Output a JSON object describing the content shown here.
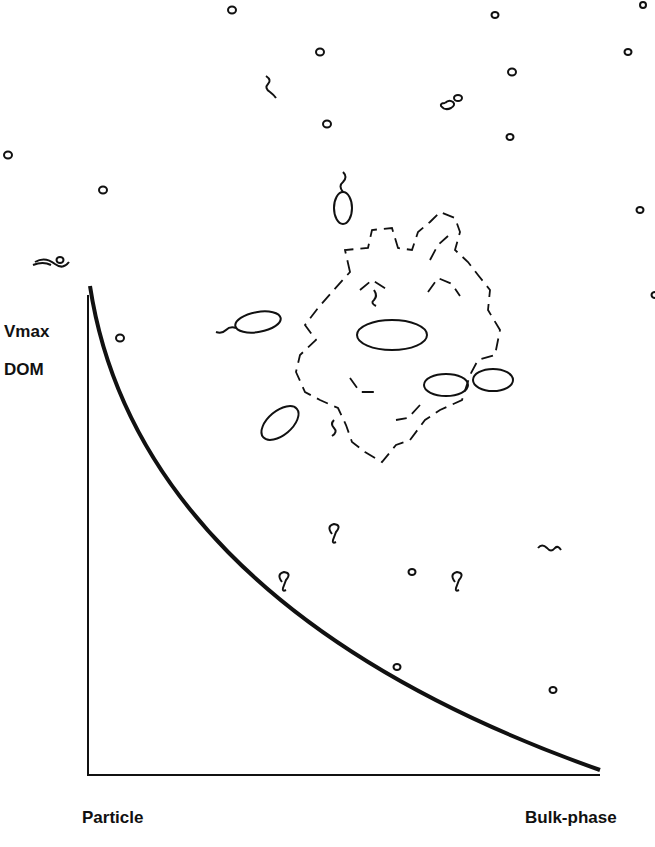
{
  "diagram": {
    "labels": [
      "Vmax",
      "DOM",
      "Particle",
      "Bulk-phase"
    ]
  }
}
